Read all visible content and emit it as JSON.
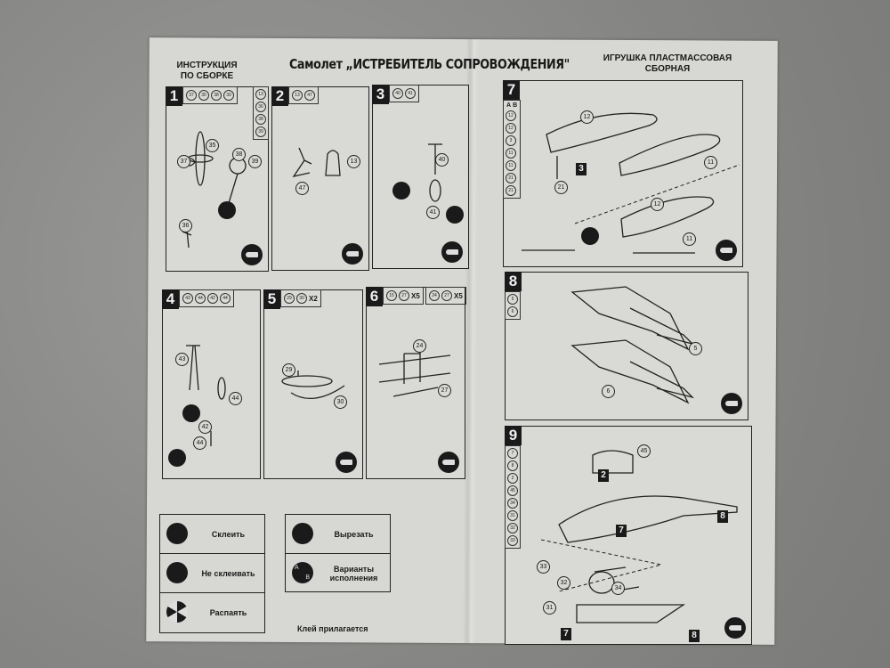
{
  "header": {
    "instruction_line1": "ИНСТРУКЦИЯ",
    "instruction_line2": "ПО СБОРКЕ",
    "title": "Самолет „ИСТРЕБИТЕЛЬ СОПРОВОЖДЕНИЯ\"",
    "toy_line1": "ИГРУШКА ПЛАСТМАССОВАЯ",
    "toy_line2": "СБОРНАЯ"
  },
  "steps": [
    {
      "num": "1",
      "chips": [
        "37",
        "35",
        "38",
        "39"
      ],
      "side": [
        "13",
        "36",
        "38",
        "39"
      ],
      "labels": [
        "35",
        "37",
        "38",
        "39",
        "36"
      ]
    },
    {
      "num": "2",
      "chips": [
        "13",
        "47"
      ],
      "labels": [
        "13",
        "47"
      ]
    },
    {
      "num": "3",
      "chips": [
        "40",
        "41"
      ],
      "labels": [
        "40",
        "41"
      ]
    },
    {
      "num": "4",
      "chips": [
        "43",
        "44",
        "42",
        "44"
      ],
      "labels": [
        "43",
        "44",
        "42",
        "44"
      ]
    },
    {
      "num": "5",
      "chips": [
        "29",
        "30"
      ],
      "mult": "X2",
      "labels": [
        "29",
        "30"
      ]
    },
    {
      "num": "6",
      "chips": [
        "15",
        "27"
      ],
      "mult": "X5",
      "chips2": [
        "24",
        "27"
      ],
      "mult2": "X5",
      "labels": [
        "24",
        "27"
      ]
    },
    {
      "num": "7",
      "side_head": [
        "A",
        "B"
      ],
      "side": [
        "12",
        "12",
        "3",
        "11",
        "11",
        "21",
        "21"
      ],
      "labels": [
        "12",
        "11",
        "21",
        "12",
        "11"
      ],
      "squares": [
        "3"
      ]
    },
    {
      "num": "8",
      "side": [
        "5",
        "6"
      ],
      "labels": [
        "5",
        "6"
      ]
    },
    {
      "num": "9",
      "side": [
        "7",
        "8",
        "2",
        "45",
        "34",
        "31",
        "32",
        "33"
      ],
      "labels": [
        "45",
        "33",
        "32",
        "34",
        "31"
      ],
      "squares": [
        "2",
        "8",
        "7",
        "7",
        "8"
      ]
    }
  ],
  "legend": {
    "glue": "Склеить",
    "no_glue": "Не склеивать",
    "solder": "Распаять",
    "cut": "Вырезать",
    "variants": "Варианты исполнения",
    "variant_a": "A",
    "variant_b": "B"
  },
  "glue_note": "Клей прилагается"
}
